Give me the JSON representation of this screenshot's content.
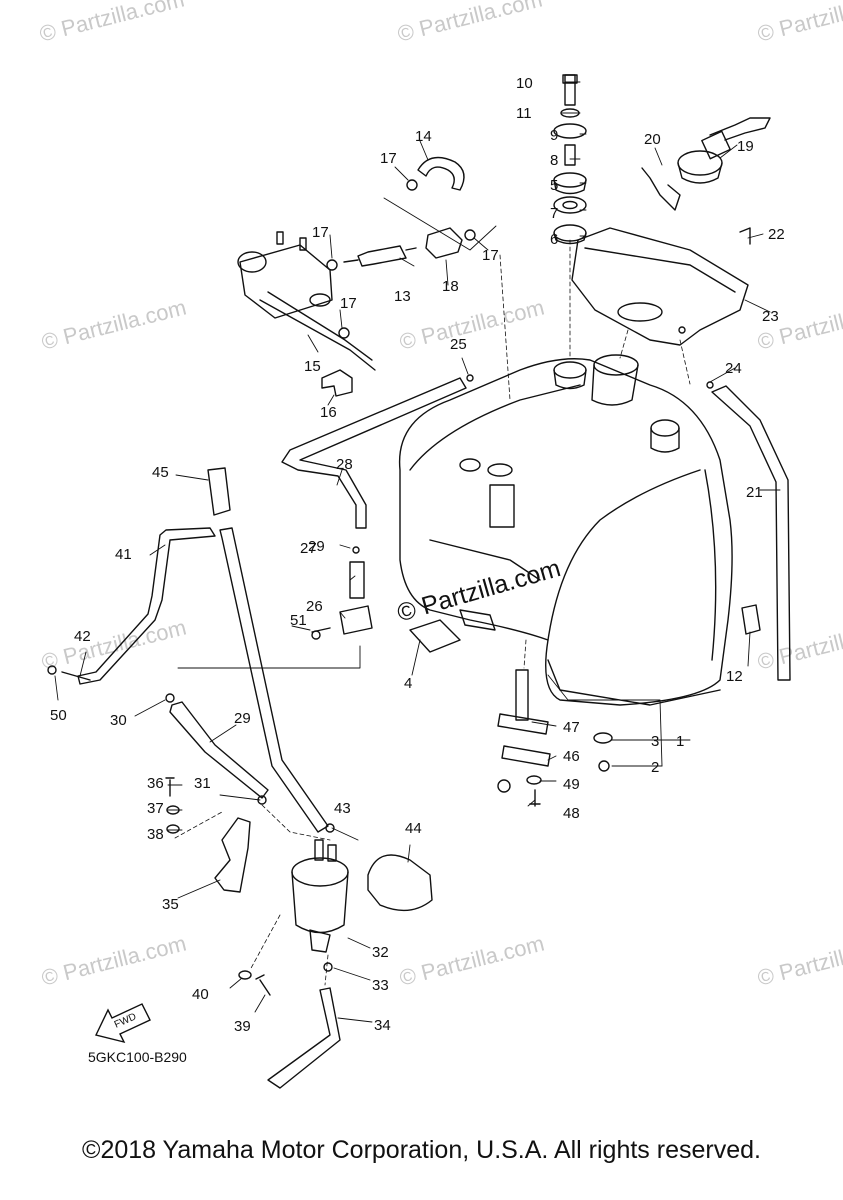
{
  "diagram": {
    "reference_code": "5GKC100-B290",
    "copyright": "©2018 Yamaha Motor Corporation, U.S.A. All rights reserved.",
    "watermark": "© Partzilla.com",
    "center_watermark": "© Partzilla.com",
    "fwd_arrow_label": "FWD",
    "callouts": [
      "1",
      "2",
      "3",
      "4",
      "5",
      "6",
      "7",
      "8",
      "9",
      "10",
      "11",
      "12",
      "13",
      "14",
      "15",
      "16",
      "17",
      "17",
      "17",
      "17",
      "18",
      "19",
      "20",
      "21",
      "22",
      "23",
      "24",
      "25",
      "26",
      "27",
      "28",
      "29",
      "29",
      "30",
      "31",
      "32",
      "33",
      "34",
      "35",
      "36",
      "37",
      "38",
      "39",
      "40",
      "41",
      "42",
      "43",
      "44",
      "45",
      "46",
      "47",
      "48",
      "49",
      "50",
      "51"
    ]
  }
}
